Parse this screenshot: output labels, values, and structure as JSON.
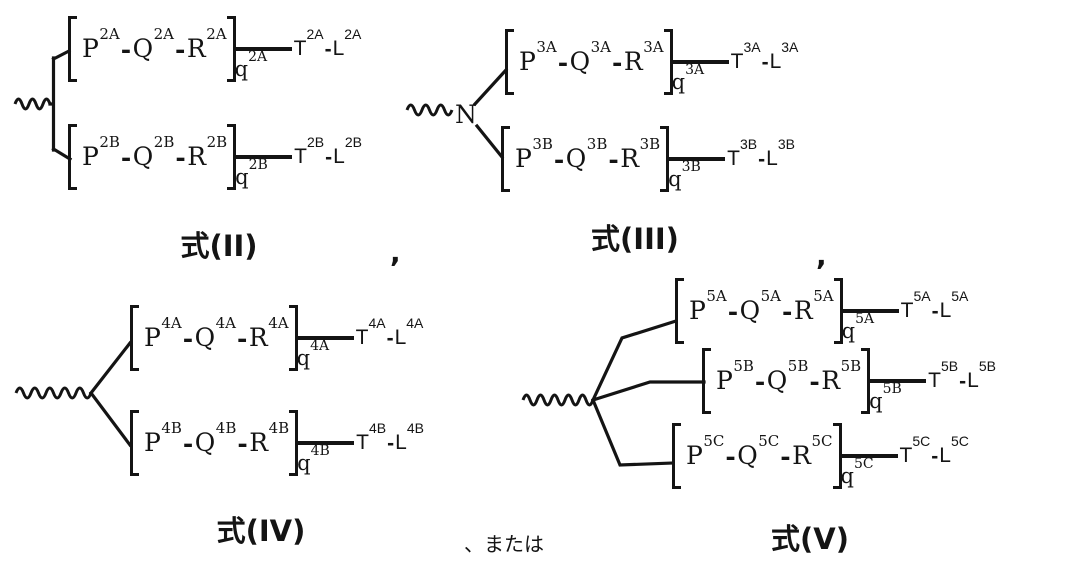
{
  "glyphs": {
    "dash": "-"
  },
  "formulas": [
    {
      "label": "式(II)",
      "branches": [
        {
          "p": "P",
          "q": "Q",
          "r": "R",
          "rep": "q",
          "t": "T",
          "l": "L",
          "sup": "2A"
        },
        {
          "p": "P",
          "q": "Q",
          "r": "R",
          "rep": "q",
          "t": "T",
          "l": "L",
          "sup": "2B"
        }
      ]
    },
    {
      "label": "式(III)",
      "center_atom": "N",
      "branches": [
        {
          "p": "P",
          "q": "Q",
          "r": "R",
          "rep": "q",
          "t": "T",
          "l": "L",
          "sup": "3A"
        },
        {
          "p": "P",
          "q": "Q",
          "r": "R",
          "rep": "q",
          "t": "T",
          "l": "L",
          "sup": "3B"
        }
      ]
    },
    {
      "label": "式(IV)",
      "branches": [
        {
          "p": "P",
          "q": "Q",
          "r": "R",
          "rep": "q",
          "t": "T",
          "l": "L",
          "sup": "4A"
        },
        {
          "p": "P",
          "q": "Q",
          "r": "R",
          "rep": "q",
          "t": "T",
          "l": "L",
          "sup": "4B"
        }
      ]
    },
    {
      "label": "式(V)",
      "branches": [
        {
          "p": "P",
          "q": "Q",
          "r": "R",
          "rep": "q",
          "t": "T",
          "l": "L",
          "sup": "5A"
        },
        {
          "p": "P",
          "q": "Q",
          "r": "R",
          "rep": "q",
          "t": "T",
          "l": "L",
          "sup": "5B"
        },
        {
          "p": "P",
          "q": "Q",
          "r": "R",
          "rep": "q",
          "t": "T",
          "l": "L",
          "sup": "5C"
        }
      ]
    }
  ],
  "separators": [
    {
      "text": ","
    },
    {
      "text": ","
    },
    {
      "text": "、または"
    }
  ]
}
